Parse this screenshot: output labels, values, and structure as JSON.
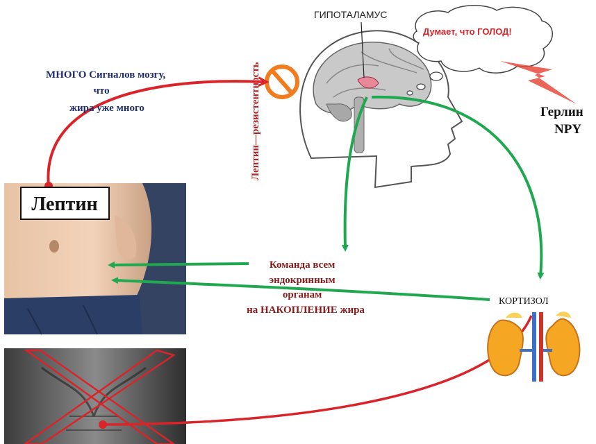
{
  "labels": {
    "hypothalamus": "ГИПОТАЛАМУС",
    "thinks_hunger": "Думает, что ГОЛОД!",
    "ghrelin": "Герлин",
    "npy": "NPY",
    "leptin_resistance": "Лептин—резистентность",
    "many_signals": [
      "МНОГО Сигналов мозгу,",
      "что",
      "жира уже много"
    ],
    "leptin": "Лептин",
    "command": [
      "Команда всем",
      "эндокринным",
      "органам",
      "на НАКОПЛЕНИЕ жира"
    ],
    "cortisol": "КОРТИЗОЛ"
  },
  "colors": {
    "red_arrow": "#d9242a",
    "green_arrow": "#1fa84f",
    "dark_blue_text": "#1f2d6e",
    "dark_red_text": "#8b1a1a",
    "orange_sign": "#f07c1e",
    "brain_gray": "#bdbdbd",
    "kidney_orange": "#f5a623"
  }
}
